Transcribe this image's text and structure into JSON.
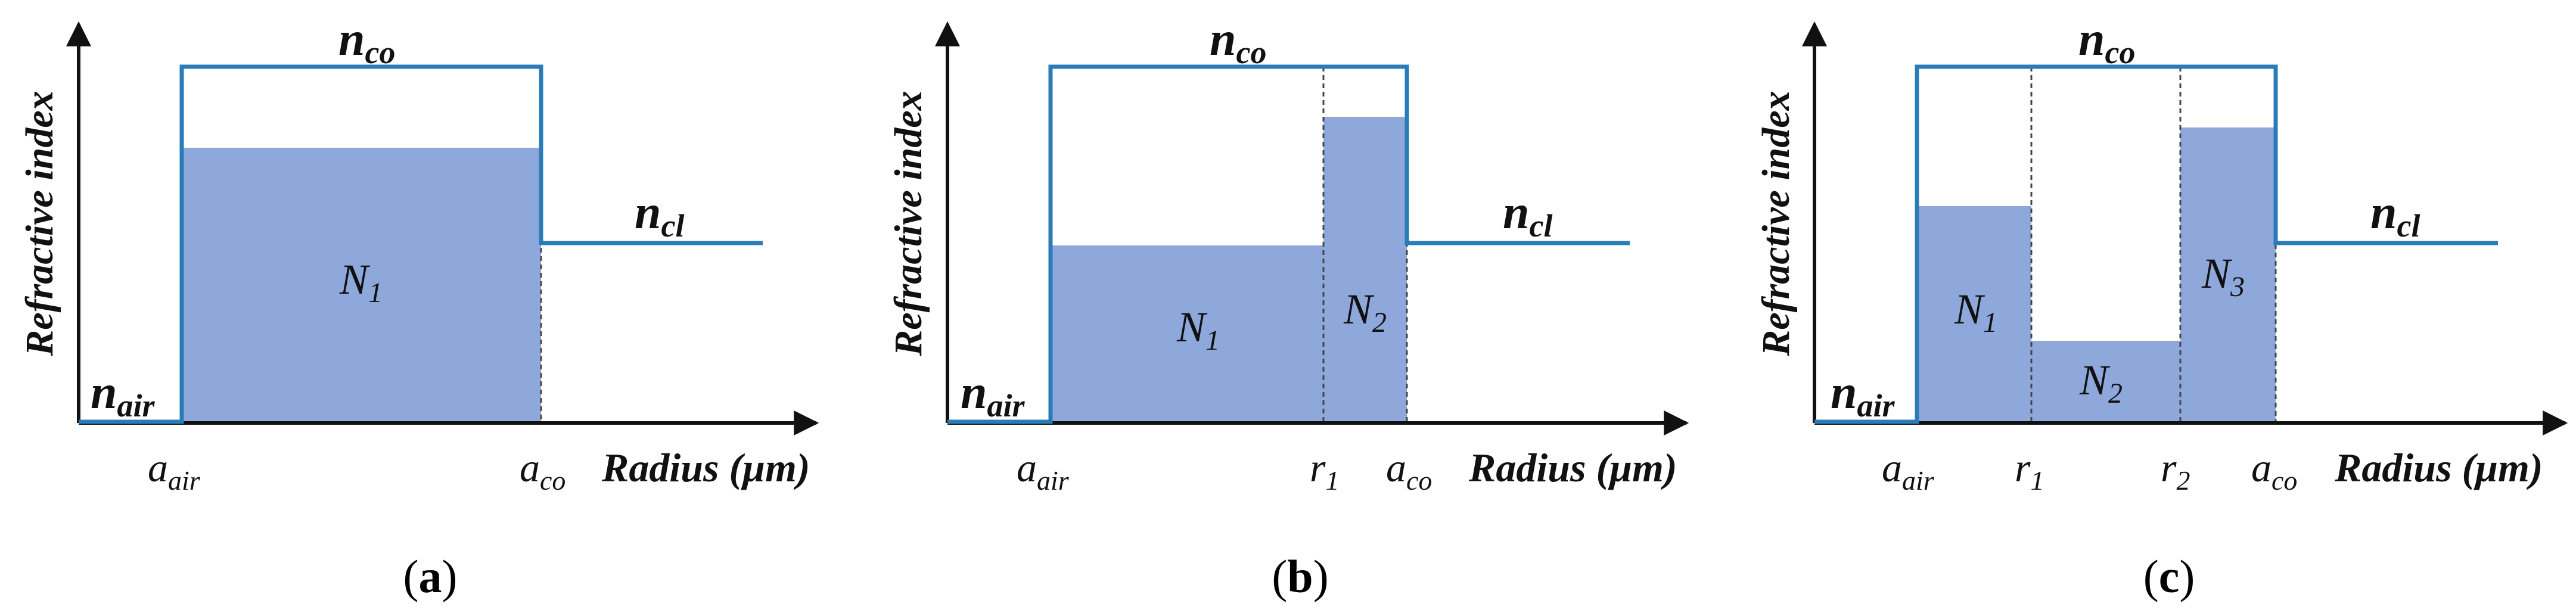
{
  "colors": {
    "fill": "#8fa8db",
    "outline": "#2a7cb8",
    "axis": "#111111",
    "dashed": "#444444"
  },
  "axis_labels": {
    "y": "Refractive index",
    "x": "Radius (μm)"
  },
  "symbols": {
    "n": "n",
    "co": "co",
    "cl": "cl",
    "air": "air",
    "a": "a",
    "r": "r",
    "N": "N",
    "sub1": "1",
    "sub2": "2",
    "sub3": "3"
  },
  "panels": [
    {
      "id": "a",
      "caption_letter": "a"
    },
    {
      "id": "b",
      "caption_letter": "b"
    },
    {
      "id": "c",
      "caption_letter": "c"
    }
  ]
}
